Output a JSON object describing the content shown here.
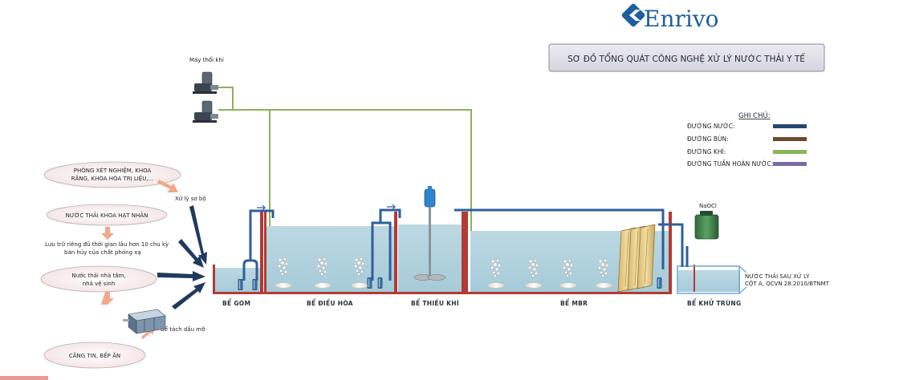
{
  "brand": {
    "name": "Enrivo",
    "color": "#1f5f9e"
  },
  "title": "SƠ ĐỒ TỔNG QUÁT CÔNG NGHỆ XỬ LÝ NƯỚC THẢI Y TẾ",
  "blower_label": "Máy thổi khí",
  "legend": {
    "title": "GHI CHÚ:",
    "items": [
      {
        "label": "ĐƯỜNG NƯỚC:",
        "color": "#27466f"
      },
      {
        "label": "ĐƯỜNG BÙN:",
        "color": "#6b4b2e"
      },
      {
        "label": "ĐƯỜNG KHÍ:",
        "color": "#8bb35a"
      },
      {
        "label": "ĐƯỜNG TUẦN HOÀN NƯỚC:",
        "color": "#7a6aa3"
      }
    ]
  },
  "sources": [
    {
      "line1": "PHÒNG XÉT NGHIỆM, KHOA",
      "line2": "RĂNG, KHOA HÓA TRỊ LIỆU,..."
    },
    {
      "line1": "NƯỚC THẢI KHOA HẠT NHÂN",
      "line2": ""
    },
    {
      "line1": "Nước thải nhà tắm,",
      "line2": "nhà vệ sinh"
    },
    {
      "line1": "CĂNG TIN, BẾP ĂN",
      "line2": ""
    }
  ],
  "notes": {
    "pretreatment": "Xử lý sơ bộ",
    "storage_line1": "Lưu trữ riêng đủ thời gian lâu hơn 10 chu kỳ",
    "storage_line2": "bán hủy của chất phóng xạ",
    "grease_trap": "Bể tách dầu mỡ"
  },
  "tanks": {
    "gom": "BỂ GOM",
    "dieu_hoa": "BỂ ĐIỀU HÒA",
    "thieu_khi": "BỂ THIẾU KHÍ",
    "mbr": "BỂ MBR",
    "khu_trung": "BỂ KHỬ TRÙNG"
  },
  "chemical": "NaOCl",
  "outlet_line1": "NƯỚC THẢI SAU XỬ LÝ",
  "outlet_line2": "CỘT A, QCVN 28:2010/BTNMT"
}
